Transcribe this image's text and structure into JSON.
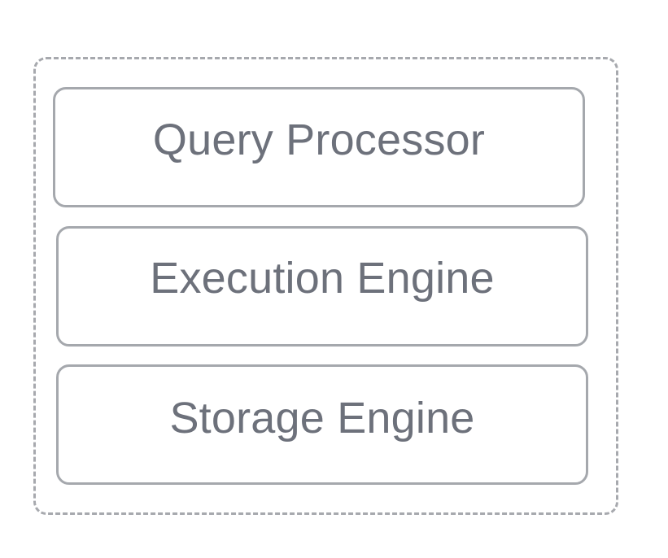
{
  "diagram": {
    "layers": [
      {
        "label": "Query Processor"
      },
      {
        "label": "Execution Engine"
      },
      {
        "label": "Storage Engine"
      }
    ]
  },
  "colors": {
    "border": "#a5a8ad",
    "text": "#6d717b",
    "background": "#ffffff"
  }
}
